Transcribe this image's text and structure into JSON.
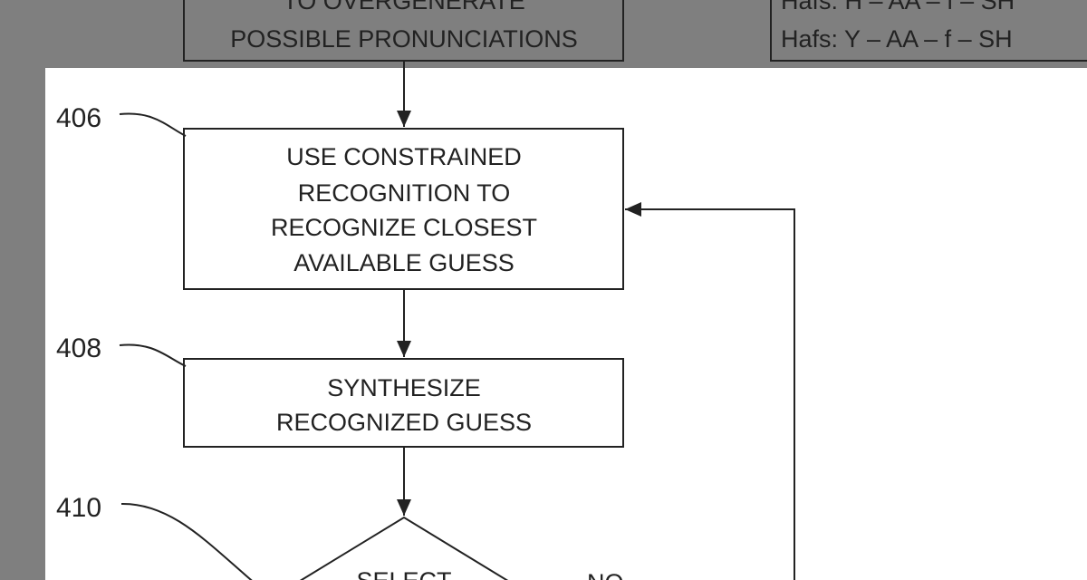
{
  "top_box_left": {
    "lines": [
      "TO OVERGENERATE",
      "POSSIBLE PRONUNCIATIONS"
    ]
  },
  "top_box_right": {
    "lines": [
      "Hafs:  H – AA – f – SH",
      "Hafs:  Y – AA – f – SH"
    ]
  },
  "steps": [
    {
      "ref": "406",
      "lines": [
        "USE CONSTRAINED",
        "RECOGNITION TO",
        "RECOGNIZE CLOSEST",
        "AVAILABLE GUESS"
      ]
    },
    {
      "ref": "408",
      "lines": [
        "SYNTHESIZE",
        "RECOGNIZED GUESS"
      ]
    },
    {
      "ref": "410",
      "lines": [
        "SELECT"
      ],
      "branch_label": "NO"
    }
  ],
  "colors": {
    "dim": "#7f7f7f",
    "highlight": "#ffffff",
    "ink": "#222222"
  }
}
